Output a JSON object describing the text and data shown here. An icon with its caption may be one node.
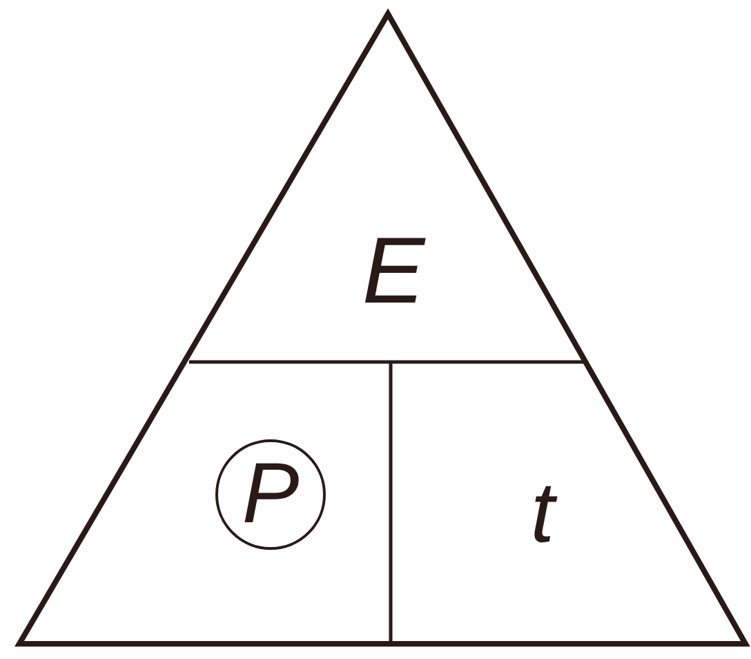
{
  "diagram": {
    "nodes": [
      {
        "text": [
          "E"
        ]
      },
      {
        "text": [
          "P"
        ]
      },
      {
        "text": [
          "t"
        ]
      }
    ]
  }
}
